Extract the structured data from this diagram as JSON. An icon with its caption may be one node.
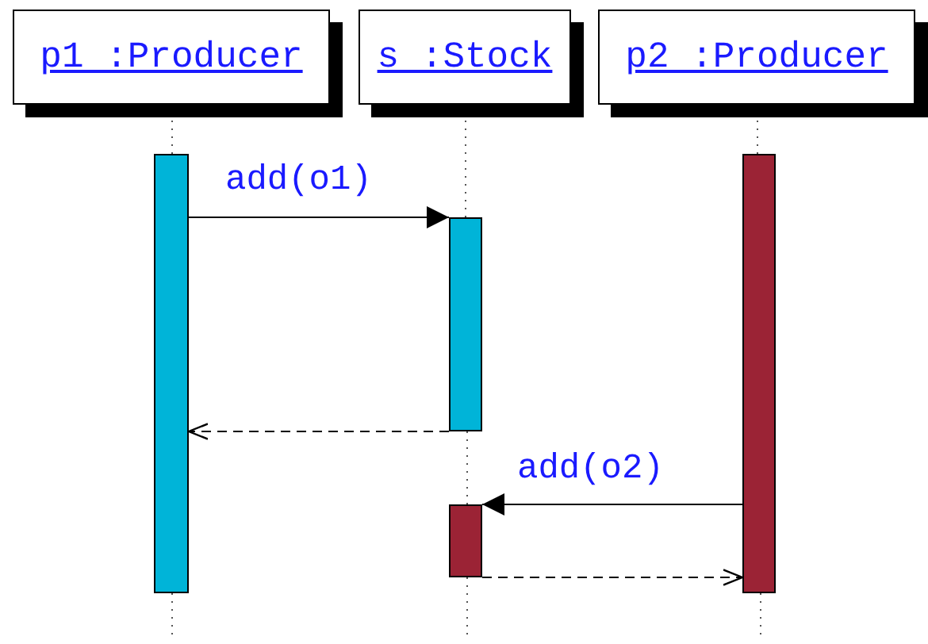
{
  "diagram": {
    "nodes": [
      {
        "text": [
          "p1 :Producer"
        ]
      },
      {
        "text": [
          "s :Stock"
        ]
      },
      {
        "text": [
          "p2 :Producer"
        ]
      },
      {
        "text": [],
        "shape": "bar"
      },
      {
        "text": [],
        "shape": "bar"
      },
      {
        "text": [],
        "shape": "bar"
      },
      {
        "text": [],
        "shape": "bar"
      }
    ],
    "edges": [
      {
        "from": 3,
        "to": 4,
        "arrow": "to",
        "label": "add(o1)"
      },
      {
        "from": 4,
        "to": 3,
        "arrow": "to",
        "style": "dashed"
      },
      {
        "from": 5,
        "to": 6,
        "arrow": "to",
        "label": "add(o2)"
      },
      {
        "from": 6,
        "to": 5,
        "arrow": "to",
        "style": "dashed"
      },
      {
        "from": 0,
        "to": 3,
        "arrow": "none",
        "style": "dashed"
      },
      {
        "from": 1,
        "to": 4,
        "arrow": "none",
        "style": "dashed"
      },
      {
        "from": 4,
        "to": 6,
        "arrow": "none",
        "style": "dashed"
      },
      {
        "from": 2,
        "to": 5,
        "arrow": "none",
        "style": "dashed"
      },
      {
        "from": 3,
        "to": null,
        "arrow": "none",
        "style": "dashed"
      },
      {
        "from": 6,
        "to": null,
        "arrow": "none",
        "style": "dashed"
      },
      {
        "from": 5,
        "to": null,
        "arrow": "none",
        "style": "dashed"
      }
    ]
  }
}
